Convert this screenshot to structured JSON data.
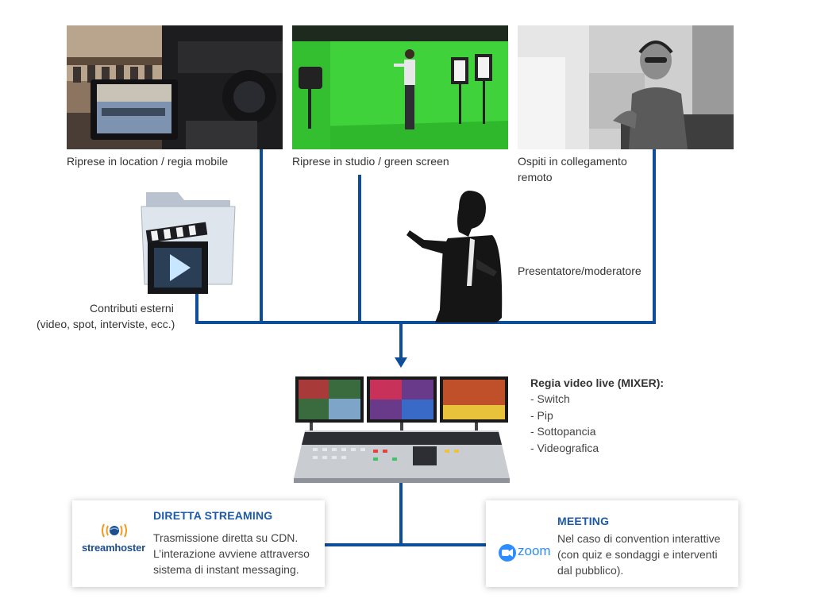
{
  "sources": {
    "location_caption": "Riprese in location / regia mobile",
    "studio_caption": "Riprese in studio / green screen",
    "remote_caption_line1": "Ospiti in collegamento",
    "remote_caption_line2": "remoto",
    "external_caption_line1": "Contributi esterni",
    "external_caption_line2": "(video, spot, interviste, ecc.)",
    "presenter_caption": "Presentatore/moderatore"
  },
  "mixer": {
    "title": "Regia video live (MIXER):",
    "items": [
      "- Switch",
      "- Pip",
      "- Sottopancia",
      "- Videografica"
    ]
  },
  "streaming": {
    "title": "DIRETTA STREAMING",
    "logo_text": "streamhoster",
    "line1": "Trasmissione diretta su CDN.",
    "line2": "L’interazione avviene attraverso",
    "line3": "sistema di instant messaging."
  },
  "meeting": {
    "title": "MEETING",
    "logo_text": "zoom",
    "line1": "Nel caso di convention interattive",
    "line2": "(con quiz e sondaggi e interventi",
    "line3": "dal pubblico)."
  },
  "colors": {
    "connector": "#0d4d9a",
    "card_title": "#1c5aa8",
    "green_screen": "#3fd23a",
    "zoom_blue": "#2d8cff"
  },
  "icons": [
    "video-folder-icon",
    "clapperboard-icon",
    "play-icon",
    "zoom-camera-icon",
    "streamhoster-globe-icon"
  ]
}
